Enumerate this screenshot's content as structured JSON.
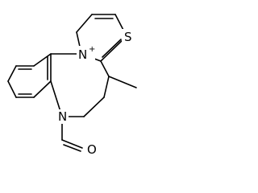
{
  "molecule": {
    "atoms": {
      "sulfur": "S",
      "nitrogen_cation": "N",
      "nitrogen_cation_charge": "+",
      "nitrogen_amide": "N",
      "oxygen": "O"
    },
    "substituents": {
      "methyl": "methyl",
      "formyl": "formyl"
    }
  }
}
